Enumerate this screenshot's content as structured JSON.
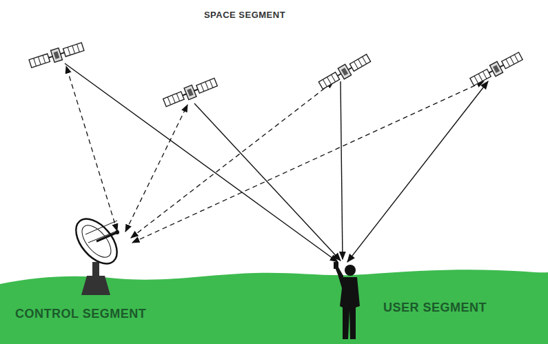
{
  "diagram": {
    "labels": [
      "SPACE SEGMENT",
      "CONTROL SEGMENT",
      "USER SEGMENT"
    ]
  }
}
